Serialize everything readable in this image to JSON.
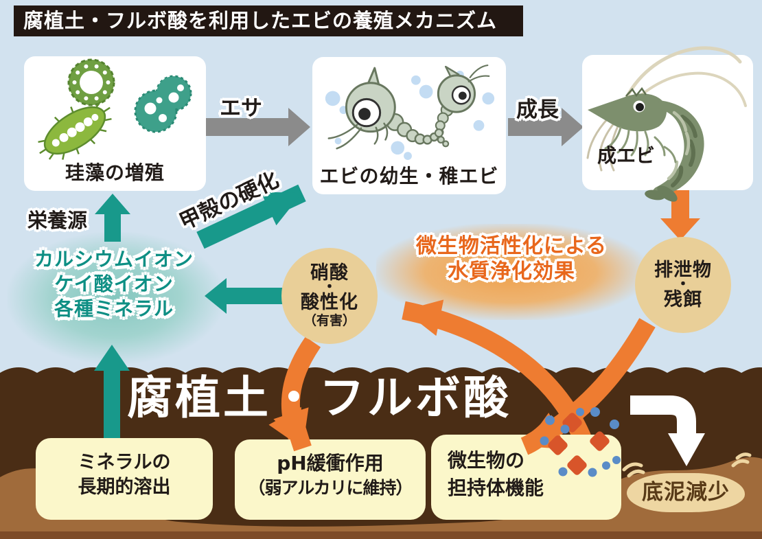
{
  "title": "腐植土・フルボ酸を利用したエビの養殖メカニズム",
  "top_flow": {
    "diatom_label": "珪藻の増殖",
    "larvae_label": "エビの幼生・稚エビ",
    "adult_label": "成エビ",
    "feed_label": "エサ",
    "growth_label": "成長"
  },
  "water_cycle": {
    "nutrient_label": "栄養源",
    "shell_hardening_label": "甲殻の硬化",
    "mineral_lines": [
      "カルシウムイオン",
      "ケイ酸イオン",
      "各種ミネラル"
    ],
    "nitrate_lines": [
      "硝酸",
      "・",
      "酸性化"
    ],
    "nitrate_note": "（有害）",
    "purification_lines": [
      "微生物活性化による",
      "水質浄化効果"
    ],
    "waste_lines": [
      "排泄物",
      "・",
      "残餌"
    ]
  },
  "soil": {
    "headline": "腐植土・フルボ酸",
    "mineral_box_lines": [
      "ミネラルの",
      "長期的溶出"
    ],
    "ph_box_lines": [
      "pH緩衝作用",
      "（弱アルカリに維持）"
    ],
    "microbe_box_lines": [
      "微生物の",
      "担持体機能"
    ],
    "sediment_label": "底泥減少"
  },
  "colors": {
    "water": "#d2e2ef",
    "soil_dark": "#4a2d15",
    "soil_light": "#a06b3b",
    "teal": "#18998b",
    "orange": "#ee7c31",
    "orange_text": "#e8671c",
    "tan_circle": "#e9cf98",
    "cream_box": "#fbf7ca",
    "title_bg": "#221712",
    "gray_arrow": "#8b8b8b"
  }
}
